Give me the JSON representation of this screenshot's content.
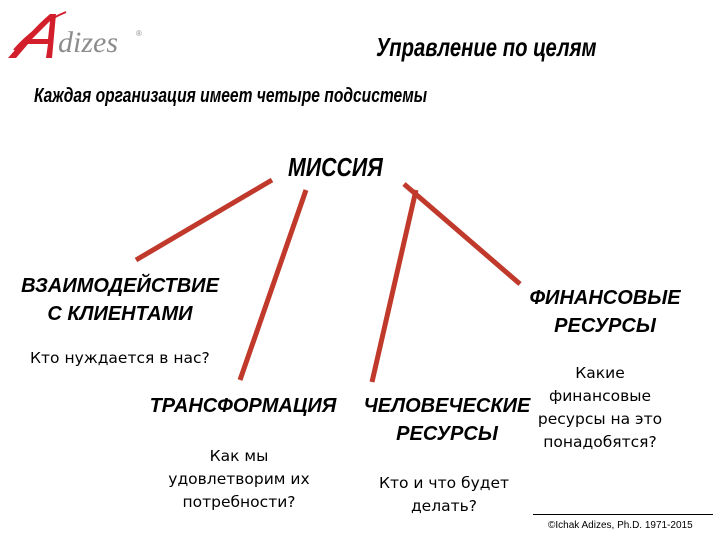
{
  "logo": {
    "text": "Adizes",
    "registered": "®",
    "red": "#d21f2b",
    "gray": "#8c8c8c"
  },
  "title": "Управление по целям",
  "subtitle": "Каждая организация имеет четыре подсистемы",
  "mission": "МИССИЯ",
  "line_color": "#c0392b",
  "nodes": [
    {
      "lines": [
        "ВЗАИМОДЕЙСТВИЕ",
        "С КЛИЕНТАМИ"
      ],
      "question": "Кто нуждается в нас?"
    },
    {
      "lines": [
        "ТРАНСФОРМАЦИЯ"
      ],
      "question": "Как мы удовлетворим их потребности?"
    },
    {
      "lines": [
        "ЧЕЛОВЕЧЕСКИЕ",
        "РЕСУРСЫ"
      ],
      "question": "Кто и что будет делать?"
    },
    {
      "lines": [
        "ФИНАНСОВЫЕ",
        "РЕСУРСЫ"
      ],
      "question": "Какие финансовые ресурсы на это понадобятся?"
    }
  ],
  "copyright": "©Ichak Adizes, Ph.D. 1971-2015"
}
